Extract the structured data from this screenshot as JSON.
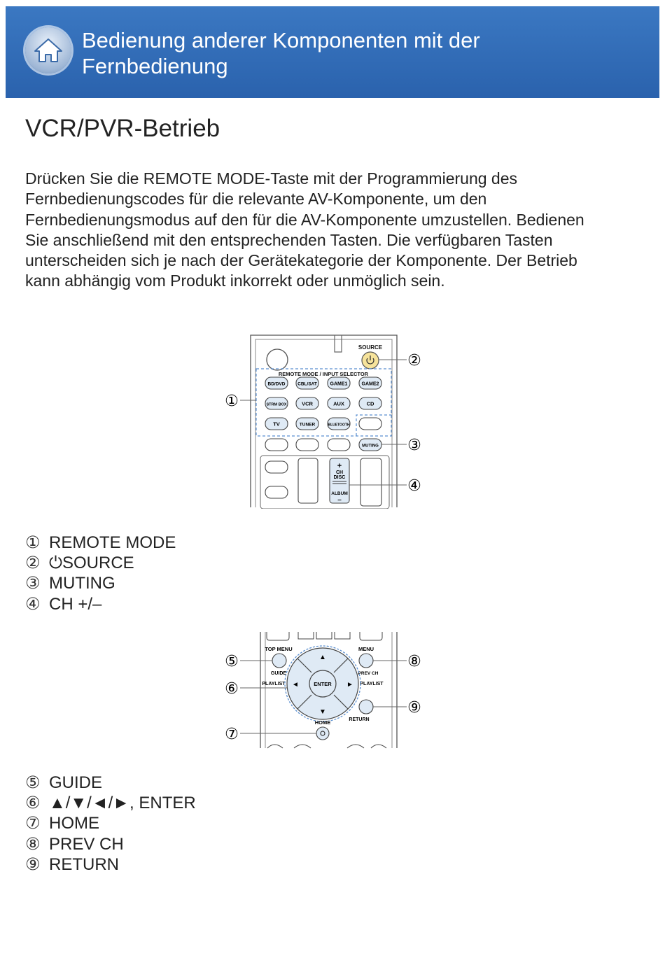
{
  "header": {
    "title_line1": "Bedienung anderer Komponenten mit der",
    "title_line2": "Fernbedienung",
    "home_icon": "home-icon"
  },
  "page_title": "VCR/PVR-Betrieb",
  "intro_text": "Drücken Sie die REMOTE MODE-Taste mit der Programmierung des Fernbedienungscodes für die relevante AV-Komponente, um den Fernbedienungsmodus auf den für die AV-Komponente umzustellen. Bedienen Sie anschließend mit den entsprechenden Tasten. Die verfügbaren Tasten unterscheiden sich je nach der Gerätekategorie der Komponente. Der Betrieb kann abhängig vom Produkt inkorrekt oder unmöglich sein.",
  "figure1": {
    "source_label": "SOURCE",
    "section_label": "REMOTE MODE / INPUT SELECTOR",
    "row1": [
      "BD/DVD",
      "CBL/SAT",
      "GAME1",
      "GAME2"
    ],
    "row2": [
      "STRM BOX",
      "VCR",
      "AUX",
      "CD"
    ],
    "row3": [
      "TV",
      "TUNER",
      "BLUETOOTH"
    ],
    "muting_label": "MUTING",
    "ch_plus": "+",
    "ch_label1": "CH",
    "ch_label2": "DISC",
    "album_label": "ALBUM",
    "ch_minus": "–",
    "callouts": [
      "①",
      "②",
      "③",
      "④"
    ]
  },
  "legend1": [
    {
      "num": "①",
      "label": "REMOTE MODE"
    },
    {
      "num": "②",
      "label": "⏻SOURCE"
    },
    {
      "num": "③",
      "label": "MUTING"
    },
    {
      "num": "④",
      "label": "CH +/–"
    }
  ],
  "figure2": {
    "top_menu": "TOP MENU",
    "menu": "MENU",
    "guide": "GUIDE",
    "prev_ch": "PREV CH",
    "playlist_left": "PLAYLIST",
    "playlist_right": "PLAYLIST",
    "enter": "ENTER",
    "return": "RETURN",
    "home": "HOME",
    "arrow_up": "▲",
    "arrow_down": "▼",
    "arrow_left": "◄",
    "arrow_right": "►",
    "callouts": [
      "⑤",
      "⑥",
      "⑦",
      "⑧",
      "⑨"
    ]
  },
  "legend2": [
    {
      "num": "⑤",
      "label": "GUIDE"
    },
    {
      "num": "⑥",
      "label": "▲/▼/◄/►, ENTER"
    },
    {
      "num": "⑦",
      "label": "HOME"
    },
    {
      "num": "⑧",
      "label": "PREV CH"
    },
    {
      "num": "⑨",
      "label": "RETURN"
    }
  ],
  "colors": {
    "header_blue": "#2f6bb5",
    "button_fill": "#dfeaf5",
    "source_fill": "#f7e7a8",
    "dash_blue": "#5a8fd0"
  }
}
